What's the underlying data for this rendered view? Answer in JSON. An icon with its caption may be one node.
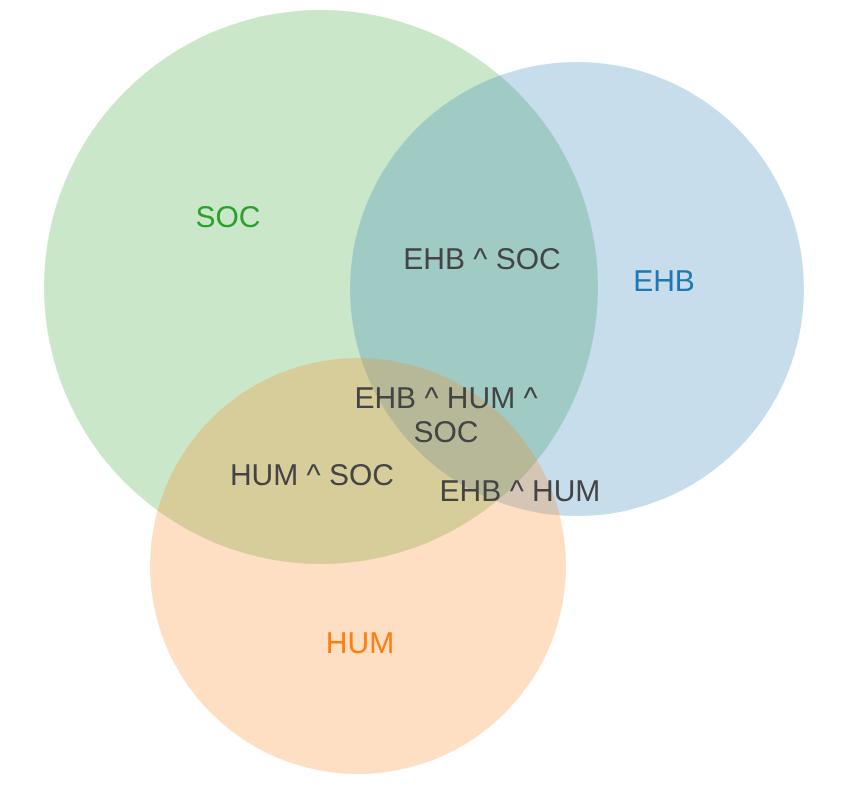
{
  "diagram": {
    "nodes": [
      {
        "text": [
          "SOC"
        ]
      },
      {
        "text": [
          "EHB"
        ]
      },
      {
        "text": [
          "HUM"
        ]
      }
    ],
    "edges": [],
    "labels": [
      "EHB ^ SOC",
      "EHB ^ HUM ^ SOC",
      "HUM ^ SOC",
      "EHB ^ HUM"
    ]
  }
}
